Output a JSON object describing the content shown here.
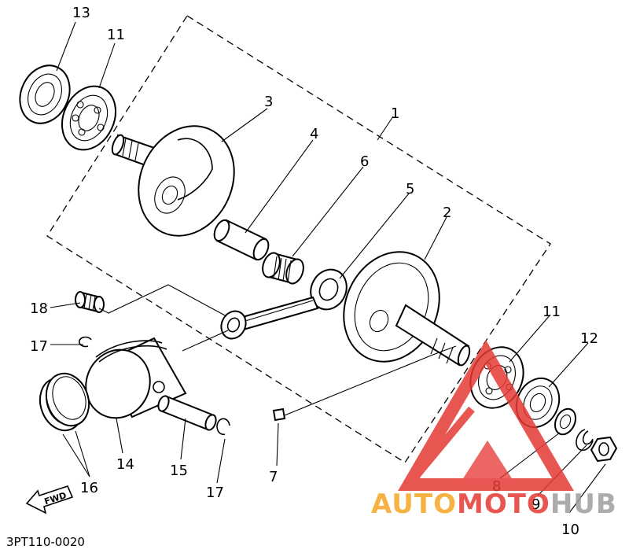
{
  "diagram": {
    "code": "3PT110-0020",
    "fwd_label": "FWD",
    "callouts": [
      {
        "id": "c13",
        "text": "13"
      },
      {
        "id": "c11a",
        "text": "11"
      },
      {
        "id": "c3",
        "text": "3"
      },
      {
        "id": "c1",
        "text": "1"
      },
      {
        "id": "c4",
        "text": "4"
      },
      {
        "id": "c6",
        "text": "6"
      },
      {
        "id": "c5",
        "text": "5"
      },
      {
        "id": "c2",
        "text": "2"
      },
      {
        "id": "c18",
        "text": "18"
      },
      {
        "id": "c17a",
        "text": "17"
      },
      {
        "id": "c11b",
        "text": "11"
      },
      {
        "id": "c12",
        "text": "12"
      },
      {
        "id": "c14",
        "text": "14"
      },
      {
        "id": "c15",
        "text": "15"
      },
      {
        "id": "c16",
        "text": "16"
      },
      {
        "id": "c17b",
        "text": "17"
      },
      {
        "id": "c7",
        "text": "7"
      },
      {
        "id": "c8",
        "text": "8"
      },
      {
        "id": "c9",
        "text": "9"
      },
      {
        "id": "c10",
        "text": "10"
      }
    ]
  },
  "watermark": {
    "part1": "AUTO",
    "part2": "MOTO",
    "part3": "HUB",
    "colors": {
      "orange": "#f5a623",
      "red": "#e53935",
      "gray": "#9e9e9e"
    }
  }
}
